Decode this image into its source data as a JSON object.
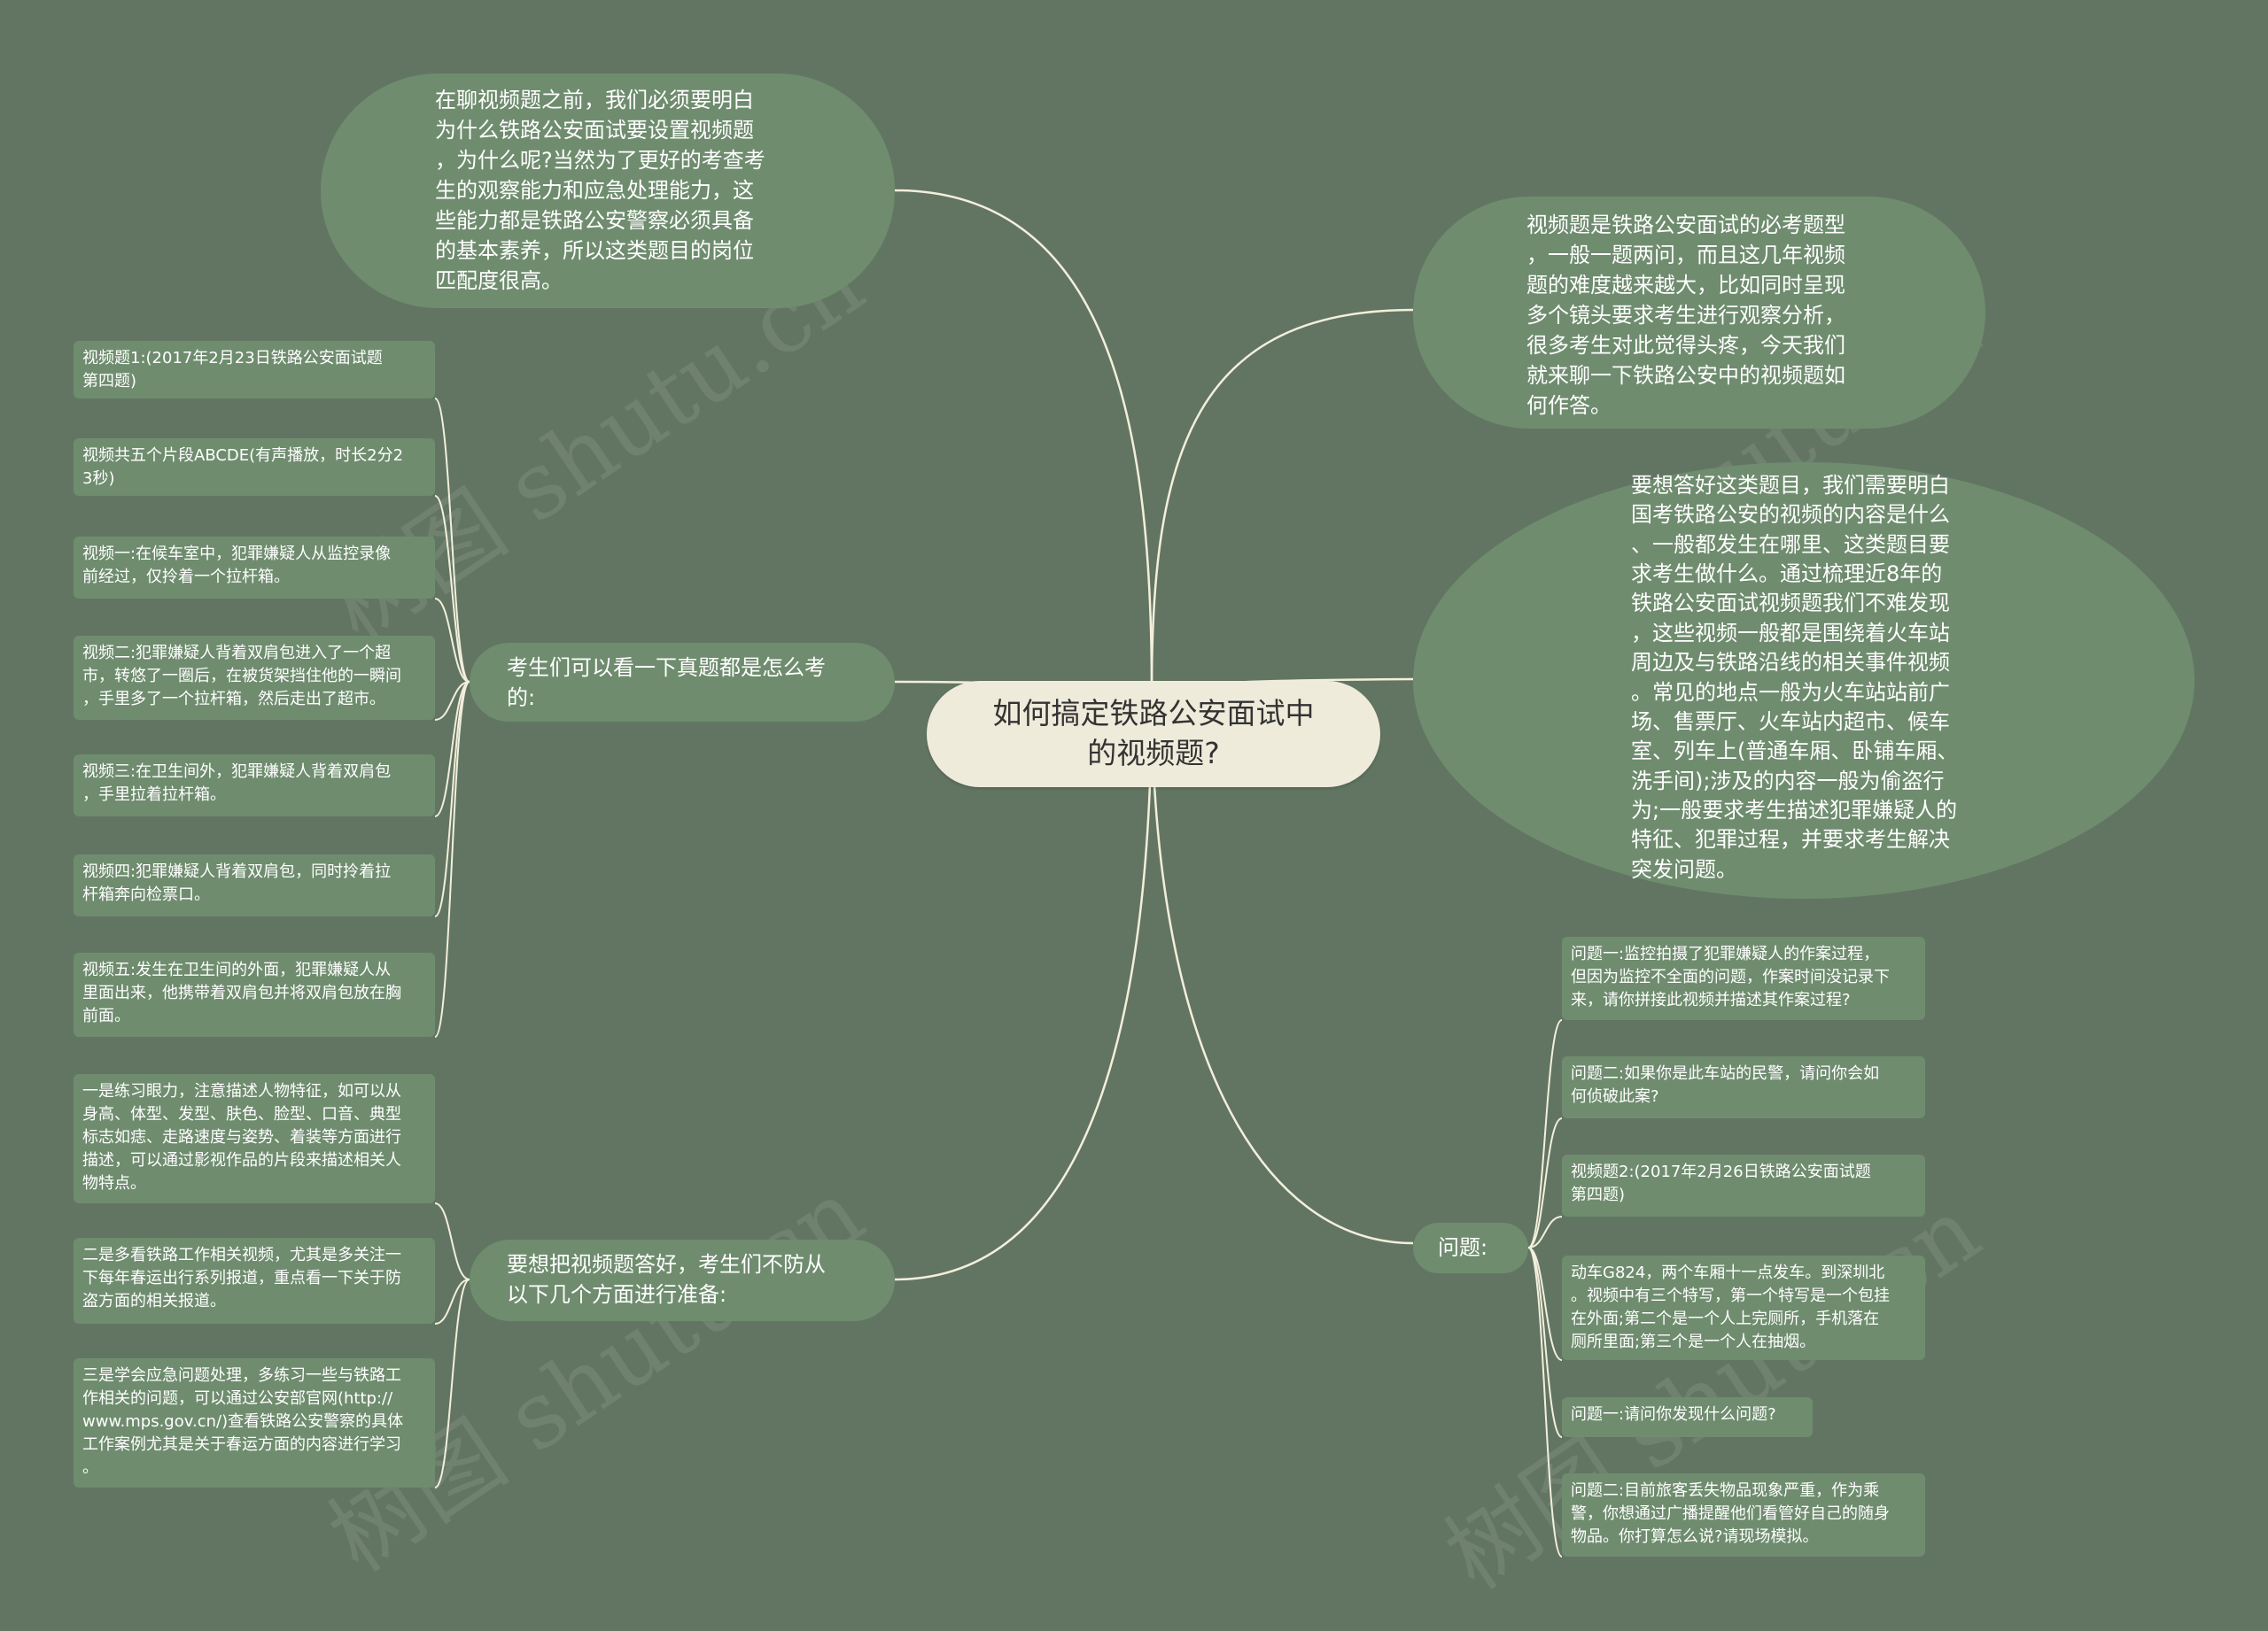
{
  "root": {
    "title": "如何搞定铁路公安面试中\n的视频题?"
  },
  "intro_bubble": "在聊视频题之前，我们必须要明白\n为什么铁路公安面试要设置视频题\n，为什么呢?当然为了更好的考查考\n生的观察能力和应急处理能力，这\n些能力都是铁路公安警察必须具备\n的基本素养，所以这类题目的岗位\n匹配度很高。",
  "overview_bubble": "视频题是铁路公安面试的必考题型\n，一般一题两问，而且这几年视频\n题的难度越来越大，比如同时呈现\n多个镜头要求考生进行观察分析，\n很多考生对此觉得头疼，今天我们\n就来聊一下铁路公安中的视频题如\n何作答。",
  "analysis_bubble": "要想答好这类题目，我们需要明白\n国考铁路公安的视频的内容是什么\n、一般都发生在哪里、这类题目要\n求考生做什么。通过梳理近8年的\n铁路公安面试视频题我们不难发现\n，这些视频一般都是围绕着火车站\n周边及与铁路沿线的相关事件视频\n。常见的地点一般为火车站站前广\n场、售票厅、火车站内超市、候车\n室、列车上(普通车厢、卧铺车厢、\n洗手间);涉及的内容一般为偷盗行\n为;一般要求考生描述犯罪嫌疑人的\n特征、犯罪过程，并要求考生解决\n突发问题。",
  "exam_branch": {
    "label": "考生们可以看一下真题都是怎么考\n的:",
    "items": [
      "视频题1:(2017年2月23日铁路公安面试题\n第四题)",
      "视频共五个片段ABCDE(有声播放，时长2分2\n3秒)",
      "视频一:在候车室中，犯罪嫌疑人从监控录像\n前经过，仅拎着一个拉杆箱。",
      "视频二:犯罪嫌疑人背着双肩包进入了一个超\n市，转悠了一圈后，在被货架挡住他的一瞬间\n，手里多了一个拉杆箱，然后走出了超市。",
      "视频三:在卫生间外，犯罪嫌疑人背着双肩包\n，手里拉着拉杆箱。",
      "视频四:犯罪嫌疑人背着双肩包，同时拎着拉\n杆箱奔向检票口。",
      "视频五:发生在卫生间的外面，犯罪嫌疑人从\n里面出来，他携带着双肩包并将双肩包放在胸\n前面。"
    ]
  },
  "prep_branch": {
    "label": "要想把视频题答好，考生们不防从\n以下几个方面进行准备:",
    "items": [
      "一是练习眼力，注意描述人物特征，如可以从\n身高、体型、发型、肤色、脸型、口音、典型\n标志如痣、走路速度与姿势、着装等方面进行\n描述，可以通过影视作品的片段来描述相关人\n物特点。",
      "二是多看铁路工作相关视频，尤其是多关注一\n下每年春运出行系列报道，重点看一下关于防\n盗方面的相关报道。",
      "三是学会应急问题处理，多练习一些与铁路工\n作相关的问题，可以通过公安部官网(http://\nwww.mps.gov.cn/)查看铁路公安警察的具体\n工作案例尤其是关于春运方面的内容进行学习\n。"
    ]
  },
  "questions_branch": {
    "label": "问题:",
    "items": [
      "问题一:监控拍摄了犯罪嫌疑人的作案过程，\n但因为监控不全面的问题，作案时间没记录下\n来，请你拼接此视频并描述其作案过程?",
      "问题二:如果你是此车站的民警，请问你会如\n何侦破此案?",
      "视频题2:(2017年2月26日铁路公安面试题\n第四题)",
      "动车G824，两个车厢十一点发车。到深圳北\n。视频中有三个特写，第一个特写是一个包挂\n在外面;第二个是一个人上完厕所，手机落在\n厕所里面;第三个是一个人在抽烟。",
      "问题一:请问你发现什么问题?",
      "问题二:目前旅客丢失物品现象严重，作为乘\n警，你想通过广播提醒他们看管好自己的随身\n物品。你打算怎么说?请现场模拟。"
    ]
  },
  "watermark": "树图 shutu.cn",
  "colors": {
    "background": "#627562",
    "node": "#6f8c6f",
    "root": "#efebdb",
    "line": "#f2efdc"
  }
}
